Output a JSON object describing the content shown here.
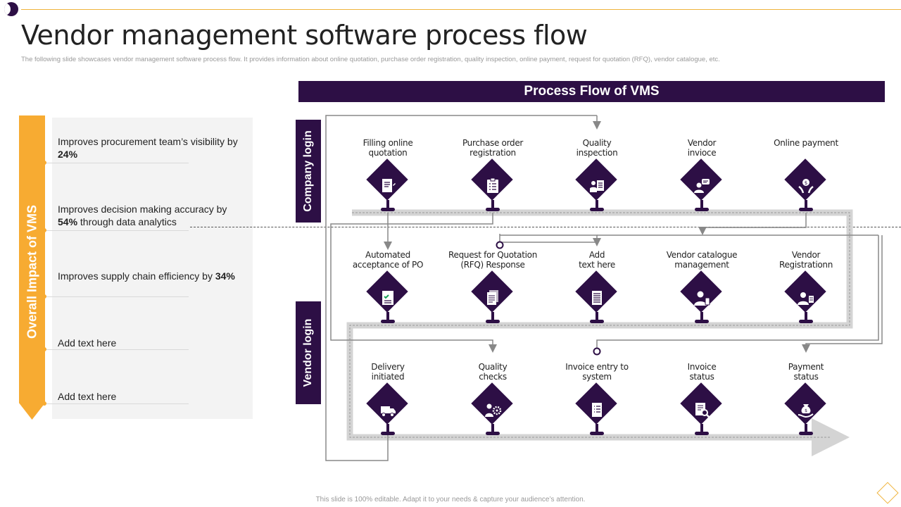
{
  "title": "Vendor management software process flow",
  "subtitle": "The following slide showcases vendor management software process flow. It provides information about online quotation, purchase order registration, quality inspection, online payment, request for quotation (RFQ),  vendor catalogue, etc.",
  "impact": {
    "label": "Overall Impact of VMS",
    "items": [
      {
        "text": "Improves procurement team’s visibility by ",
        "bold": "24%",
        "rest": ""
      },
      {
        "text": "Improves decision making accuracy by ",
        "bold": "54%",
        "rest": " through data analytics"
      },
      {
        "text": "Improves supply chain efficiency by ",
        "bold": "34%",
        "rest": ""
      },
      {
        "text": "Add text here",
        "bold": "",
        "rest": ""
      },
      {
        "text": "Add text here",
        "bold": "",
        "rest": ""
      }
    ]
  },
  "process": {
    "header": "Process Flow of VMS",
    "company_login": "Company login",
    "vendor_login": "Vendor login",
    "nodes": [
      {
        "label": "Filling online quotation",
        "line1": "Filling online",
        "line2": "quotation",
        "icon": "document-pen-icon"
      },
      {
        "label": "Purchase order registration",
        "line1": "Purchase order",
        "line2": "registration",
        "icon": "clipboard-list-icon"
      },
      {
        "label": "Quality inspection",
        "line1": "Quality",
        "line2": "inspection",
        "icon": "inspector-checklist-icon"
      },
      {
        "label": "Vendor invioce",
        "line1": "Vendor",
        "line2": "invioce",
        "icon": "person-chat-icon"
      },
      {
        "label": "Online payment",
        "line1": "Online payment",
        "line2": "",
        "icon": "hand-coin-icon"
      },
      {
        "label": "Automated acceptance of PO",
        "line1": "Automated",
        "line2": "acceptance of PO",
        "icon": "checklist-icon"
      },
      {
        "label": "Request for Quotation (RFQ) Response",
        "line1": "Request for Quotation",
        "line2": "(RFQ) Response",
        "icon": "document-stack-icon"
      },
      {
        "label": "Add text here",
        "line1": "Add",
        "line2": "text here",
        "icon": "file-lines-icon"
      },
      {
        "label": "Vendor catalogue management",
        "line1": "Vendor catalogue",
        "line2": "management",
        "icon": "person-phone-icon"
      },
      {
        "label": "Vendor Registrationn",
        "line1": "Vendor",
        "line2": "Registrationn",
        "icon": "person-form-icon"
      },
      {
        "label": "Delivery initiated",
        "line1": "Delivery",
        "line2": "initiated",
        "icon": "delivery-truck-icon"
      },
      {
        "label": "Quality checks",
        "line1": "Quality",
        "line2": "checks",
        "icon": "person-gear-icon"
      },
      {
        "label": "Invoice entry to system",
        "line1": "Invoice entry to",
        "line2": "system",
        "icon": "invoice-list-icon"
      },
      {
        "label": "Invoice status",
        "line1": "Invoice",
        "line2": "status",
        "icon": "invoice-search-icon"
      },
      {
        "label": "Payment status",
        "line1": "Payment",
        "line2": "status",
        "icon": "money-bag-hand-icon"
      }
    ]
  },
  "footer": "This slide is 100% editable. Adapt it to your needs & capture your audience’s attention.",
  "colors": {
    "primary": "#2d0f45",
    "accent": "#f7ab32",
    "panel": "#f3f3f3"
  }
}
